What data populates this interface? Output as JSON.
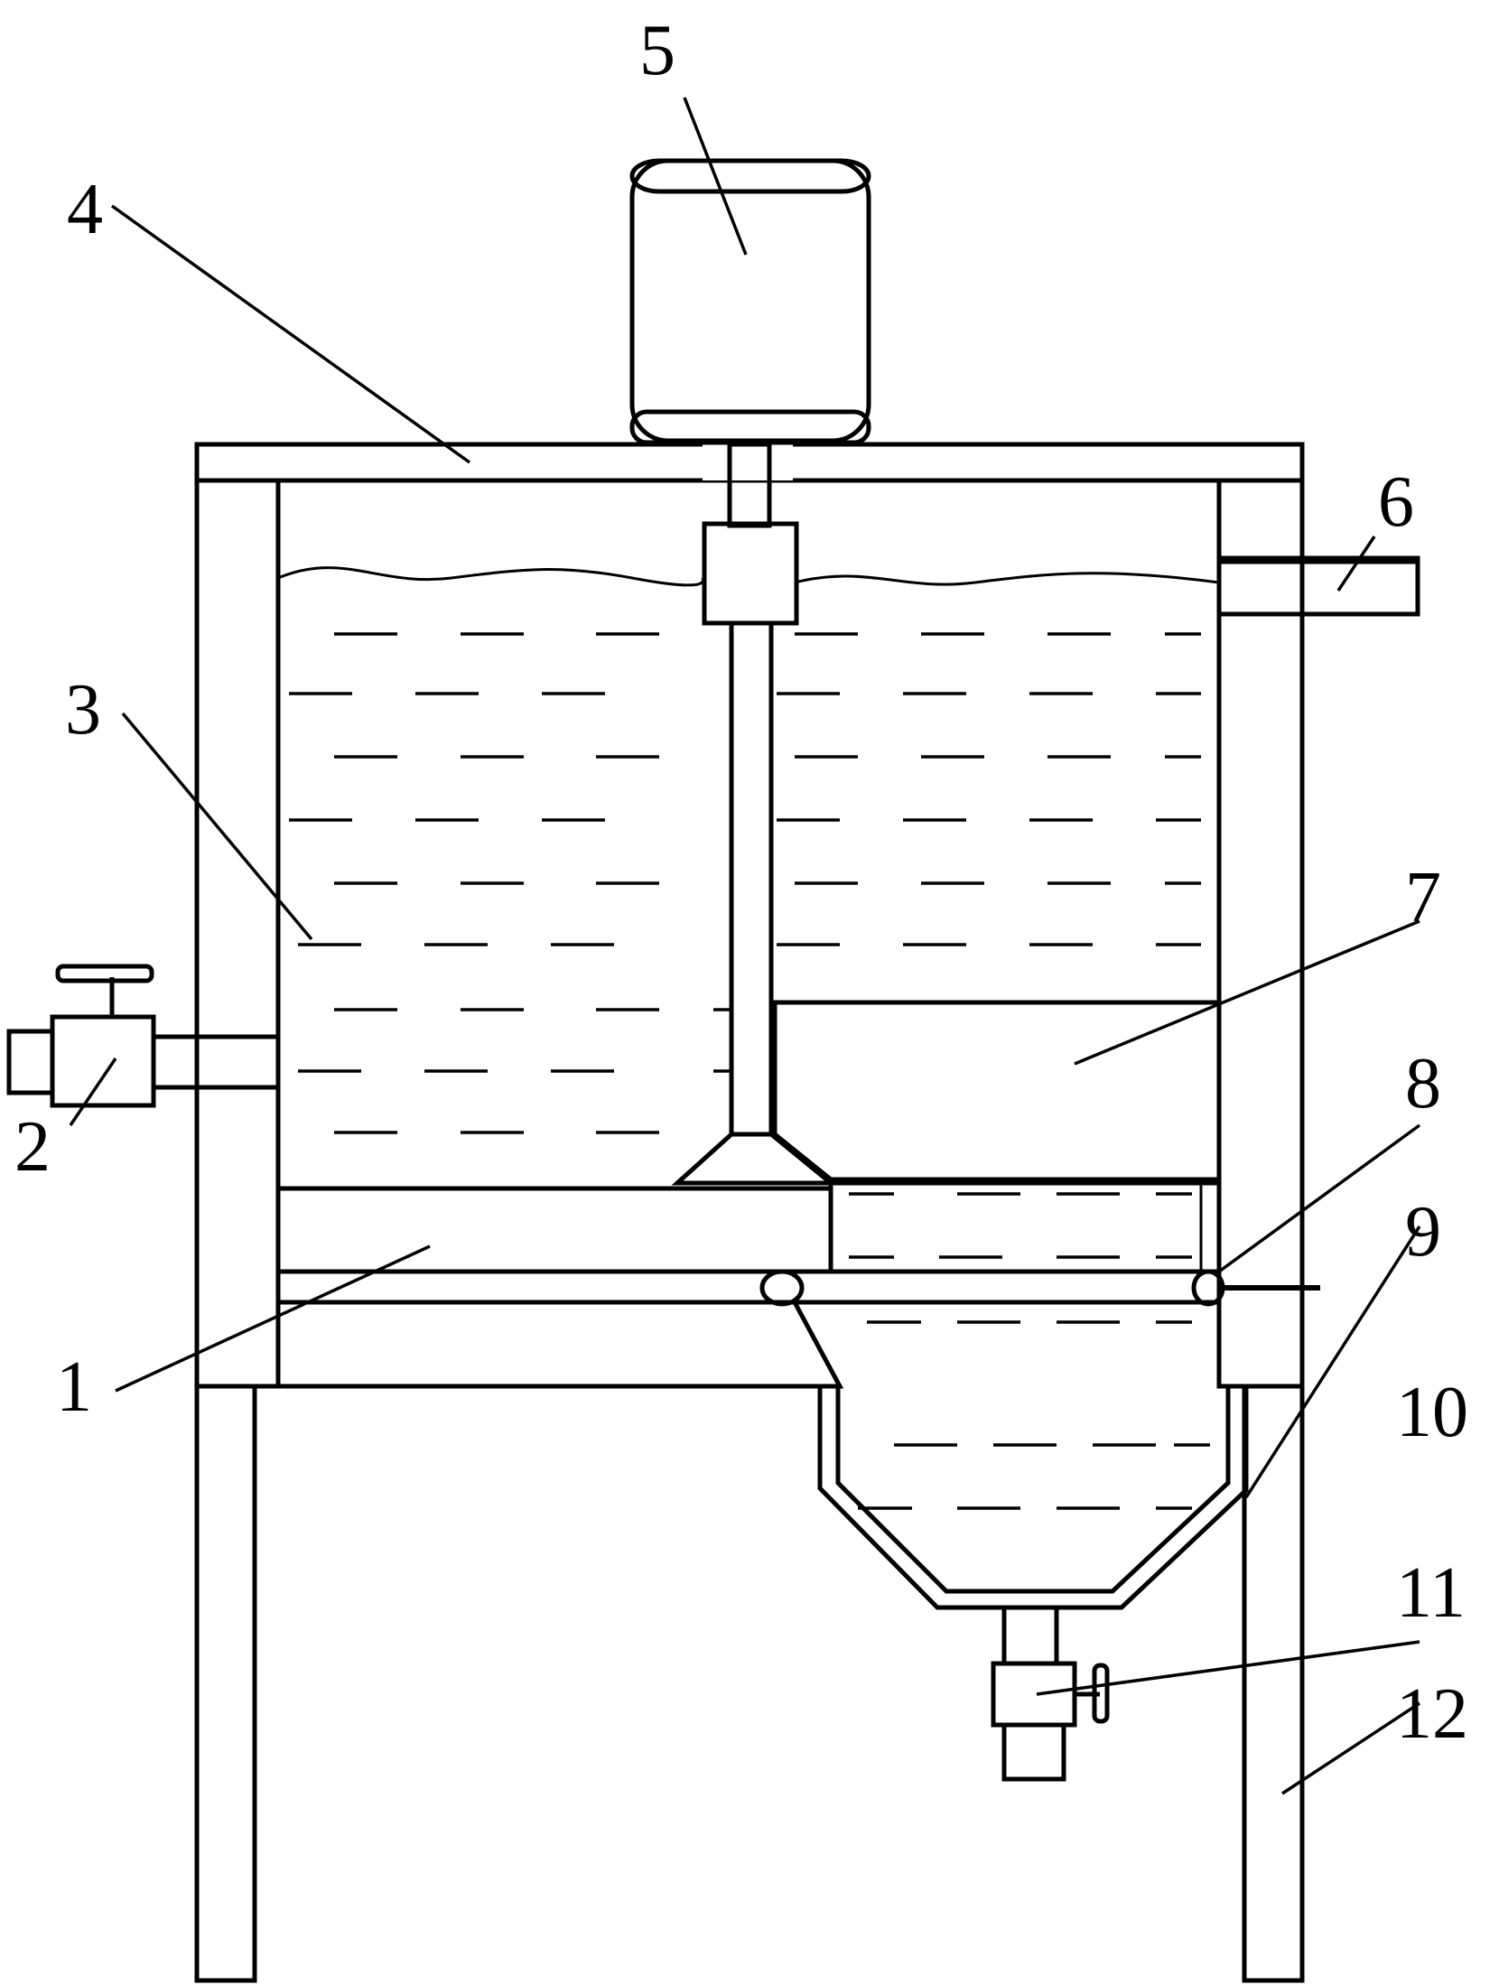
{
  "labels": {
    "p1": "1",
    "p2": "2",
    "p3": "3",
    "p4": "4",
    "p5": "5",
    "p6": "6",
    "p7": "7",
    "p8": "8",
    "p9": "9",
    "p10": "10",
    "p11": "11",
    "p12": "12"
  },
  "colors": {
    "line": "#000000",
    "background": "#ffffff"
  }
}
